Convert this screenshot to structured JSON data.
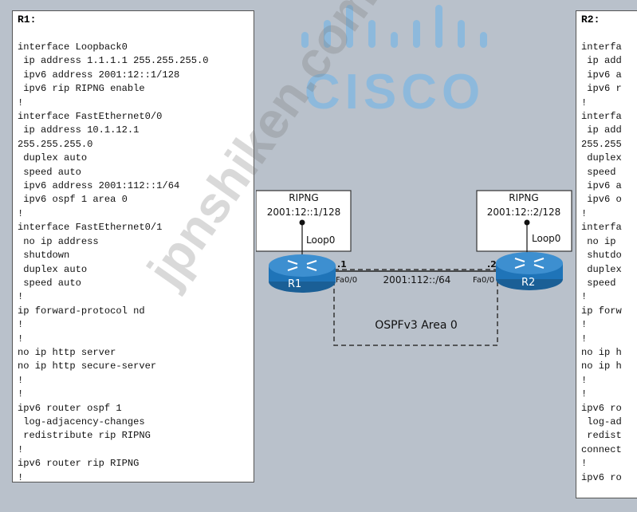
{
  "r1": {
    "title": "R1:",
    "config": "interface Loopback0\n ip address 1.1.1.1 255.255.255.0\n ipv6 address 2001:12::1/128\n ipv6 rip RIPNG enable\n!\ninterface FastEthernet0/0\n ip address 10.1.12.1\n255.255.255.0\n duplex auto\n speed auto\n ipv6 address 2001:112::1/64\n ipv6 ospf 1 area 0\n!\ninterface FastEthernet0/1\n no ip address\n shutdown\n duplex auto\n speed auto\n!\nip forward-protocol nd\n!\n!\nno ip http server\nno ip http secure-server\n!\n!\nipv6 router ospf 1\n log-adjacency-changes\n redistribute rip RIPNG\n!\nipv6 router rip RIPNG\n!"
  },
  "r2": {
    "title": "R2:",
    "config": "interfa\n ip add\n ipv6 a\n ipv6 r\n!\ninterfa\n ip add\n255.255\n duplex\n speed\n ipv6 a\n ipv6 o\n!\ninterfa\n no ip\n shutdo\n duplex\n speed\n!\nip forw\n!\n!\nno ip h\nno ip h\n!\n!\nipv6 ro\n log-ad\n redist\nconnect\n!\nipv6 ro"
  },
  "logo": {
    "text": "CISCO",
    "color": "#8db9dc"
  },
  "watermark": "jpnshiken.com",
  "diagram": {
    "left_box": {
      "title": "RIPNG",
      "addr": "2001:12::1/128",
      "loop": "Loop0"
    },
    "right_box": {
      "title": "RIPNG",
      "addr": "2001:12::2/128",
      "loop": "Loop0"
    },
    "r1": {
      "label": "R1",
      "ip_suffix": ".1",
      "iface": "Fa0/0"
    },
    "r2": {
      "label": "R2",
      "ip_suffix": ".2",
      "iface": "Fa0/0"
    },
    "link_subnet": "2001:112::/64",
    "area_label": "OSPFv3 Area 0",
    "router_color": "#1f74b8"
  }
}
